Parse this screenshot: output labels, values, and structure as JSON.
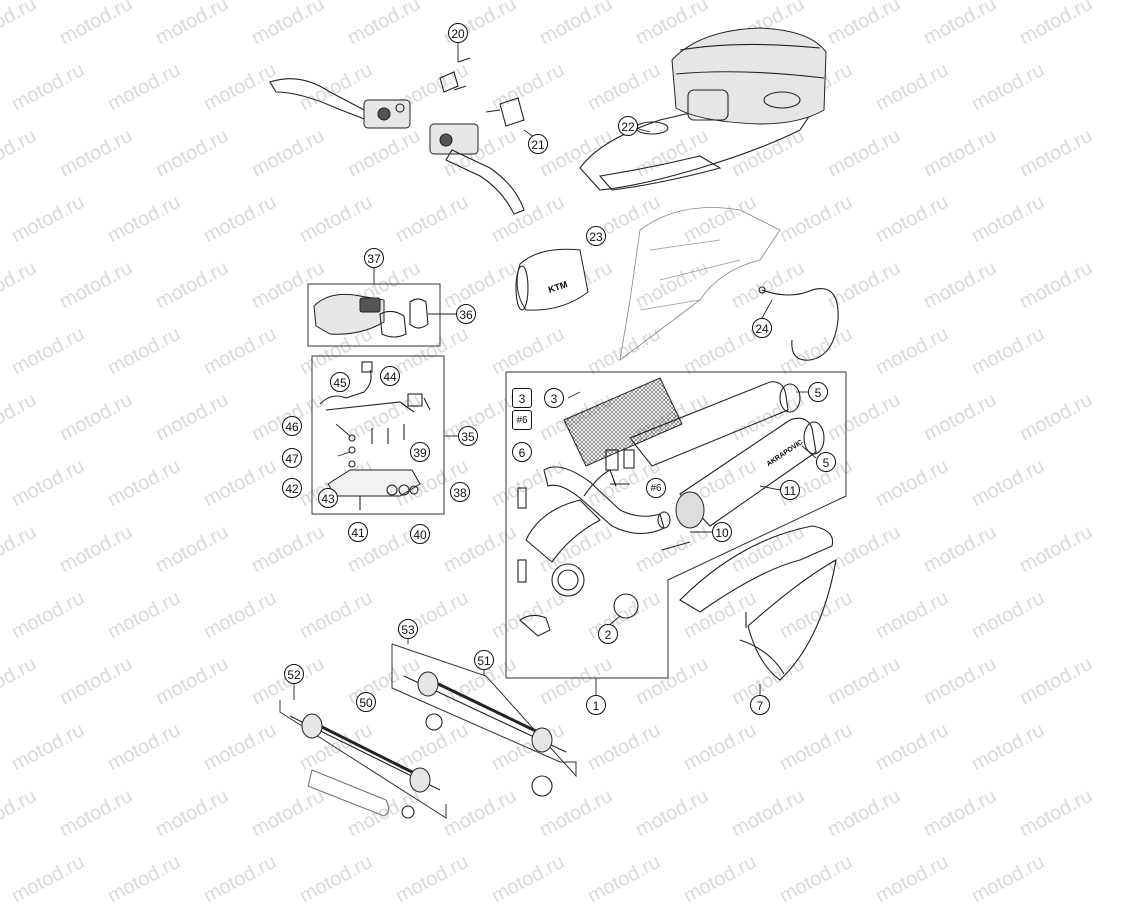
{
  "watermark": "motod.ru",
  "callouts": [
    {
      "id": "c20",
      "label": "20"
    },
    {
      "id": "c21",
      "label": "21"
    },
    {
      "id": "c22",
      "label": "22"
    },
    {
      "id": "c23",
      "label": "23"
    },
    {
      "id": "c24",
      "label": "24"
    },
    {
      "id": "c37",
      "label": "37"
    },
    {
      "id": "c36",
      "label": "36"
    },
    {
      "id": "c45",
      "label": "45"
    },
    {
      "id": "c44",
      "label": "44"
    },
    {
      "id": "c46",
      "label": "46"
    },
    {
      "id": "c35",
      "label": "35"
    },
    {
      "id": "c47",
      "label": "47"
    },
    {
      "id": "c39",
      "label": "39"
    },
    {
      "id": "c42",
      "label": "42"
    },
    {
      "id": "c43",
      "label": "43"
    },
    {
      "id": "c38",
      "label": "38"
    },
    {
      "id": "c41",
      "label": "41"
    },
    {
      "id": "c40",
      "label": "40"
    },
    {
      "id": "c3box",
      "label": "3"
    },
    {
      "id": "c6box",
      "label": "#6"
    },
    {
      "id": "c6",
      "label": "6"
    },
    {
      "id": "c3",
      "label": "3"
    },
    {
      "id": "c5a",
      "label": "5"
    },
    {
      "id": "c5b",
      "label": "5"
    },
    {
      "id": "c6tag",
      "label": "#6"
    },
    {
      "id": "c11",
      "label": "11"
    },
    {
      "id": "c10",
      "label": "10"
    },
    {
      "id": "c2",
      "label": "2"
    },
    {
      "id": "c1",
      "label": "1"
    },
    {
      "id": "c7",
      "label": "7"
    },
    {
      "id": "c53",
      "label": "53"
    },
    {
      "id": "c51",
      "label": "51"
    },
    {
      "id": "c52",
      "label": "52"
    },
    {
      "id": "c50",
      "label": "50"
    }
  ],
  "decals": {
    "brand": "KTM",
    "muffler": "AKRAPOVIC"
  }
}
